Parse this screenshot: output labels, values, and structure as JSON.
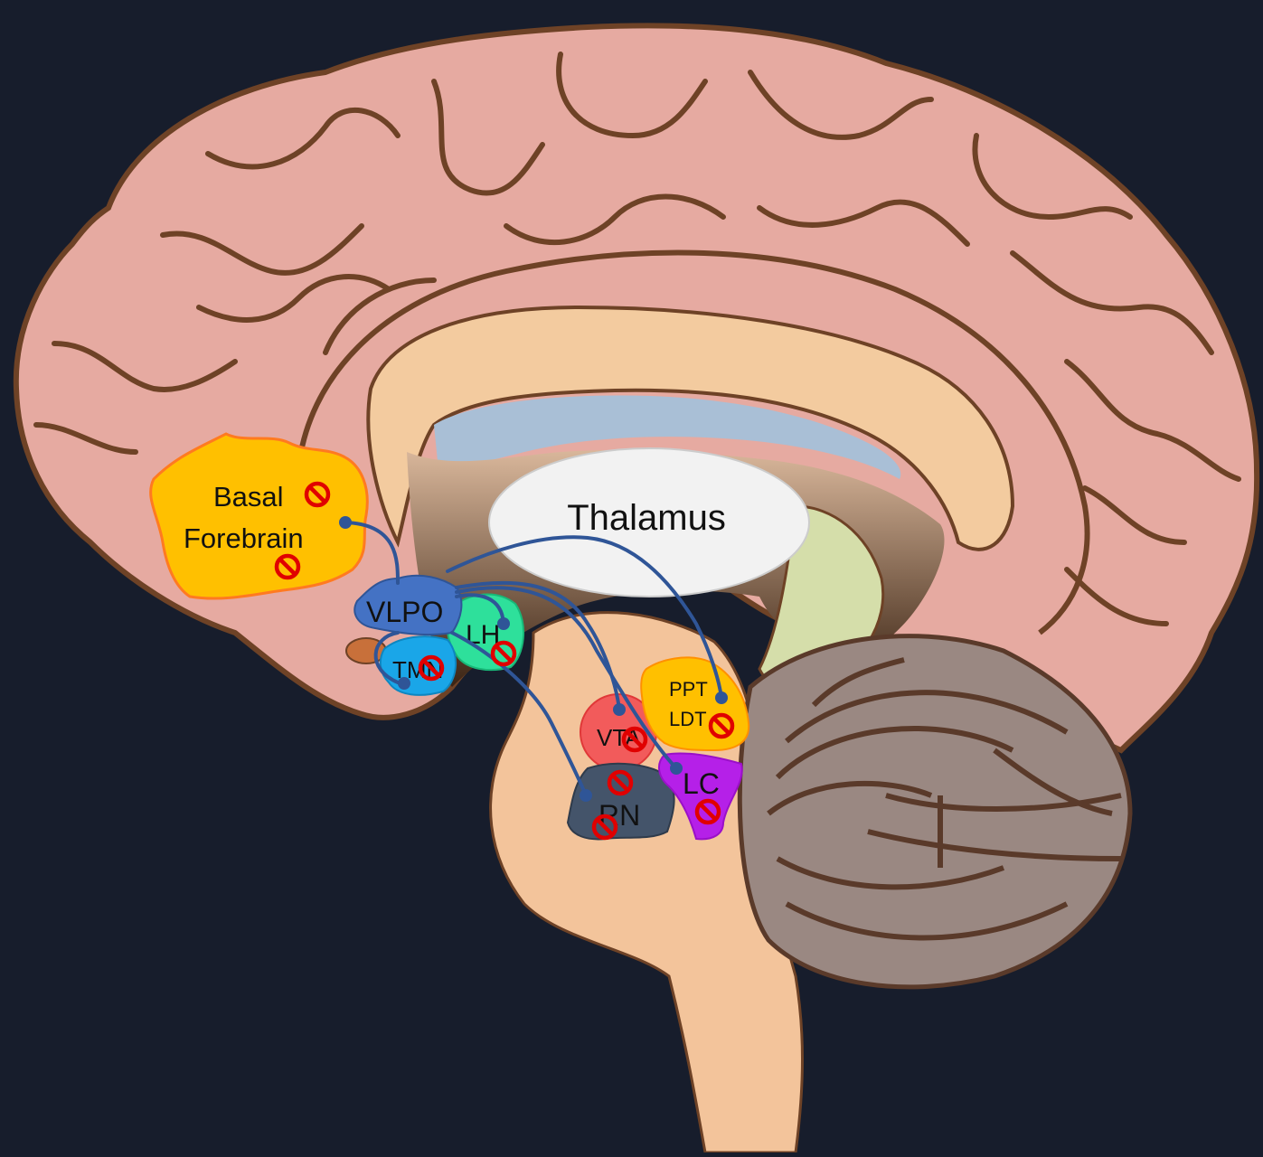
{
  "colors": {
    "background": "#171d2c",
    "brain_fill": "#e6aaa1",
    "brain_outline": "#6e4226",
    "brainstem": "#f3c49b",
    "ventricle": "#a9bfd6",
    "cerebellum": "#9a8882",
    "projection_line": "#2f5597",
    "inhibition_icon": "#e00000",
    "basal_forebrain": "#ffc000",
    "vlpo": "#4472c4",
    "lh": "#2ee09b",
    "tmn": "#1aa6e8",
    "vta": "#f25b5b",
    "ppt_ldt": "#ffc000",
    "lc": "#b520e8",
    "rn": "#44546a"
  },
  "labels": {
    "thalamus": "Thalamus",
    "basal_forebrain_line1": "Basal",
    "basal_forebrain_line2": "Forebrain",
    "vlpo": "VLPO",
    "lh": "LH",
    "tmn": "TMN",
    "vta": "VTA",
    "ppt": "PPT",
    "ldt": "LDT",
    "lc": "LC",
    "rn": "RN"
  },
  "icons": {
    "inhibition": "no-entry-icon",
    "projection_terminal": "dot-terminal-icon"
  }
}
